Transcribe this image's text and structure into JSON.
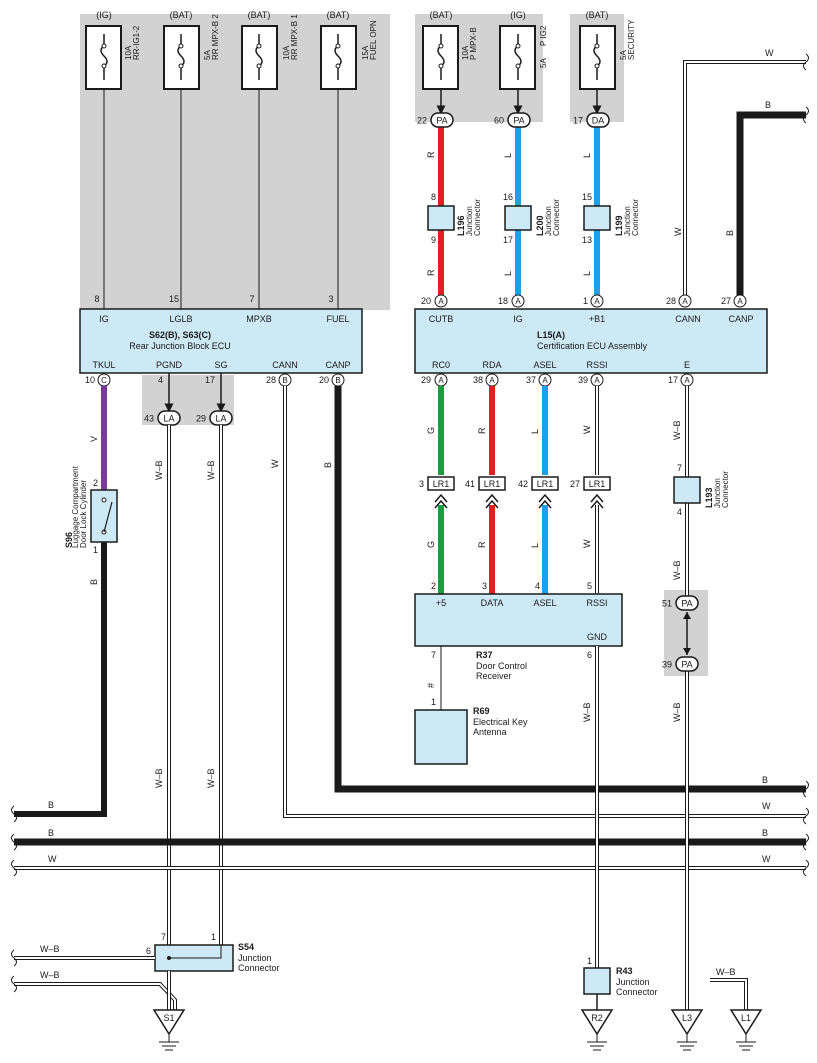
{
  "fuses": [
    {
      "id": "fuse-rr-ig1-2",
      "supply": "(IG)",
      "rating": "10A",
      "name": "RR-IG1-2"
    },
    {
      "id": "fuse-rr-mpx-b2",
      "supply": "(BAT)",
      "rating": "5A",
      "name": "RR MPX-B 2"
    },
    {
      "id": "fuse-rr-mpx-b1",
      "supply": "(BAT)",
      "rating": "10A",
      "name": "RR MPX-B 1"
    },
    {
      "id": "fuse-fuel-opn",
      "supply": "(BAT)",
      "rating": "15A",
      "name": "FUEL OPN"
    },
    {
      "id": "fuse-p-mpx-b",
      "supply": "(BAT)",
      "rating": "10A",
      "name": "P MPX-B"
    },
    {
      "id": "fuse-p-ig2",
      "supply": "(IG)",
      "rating": "5A",
      "name": "P IG2"
    },
    {
      "id": "fuse-security",
      "supply": "(BAT)",
      "rating": "5A",
      "name": "SECURITY"
    }
  ],
  "rear_jb": {
    "code": "S62(B), S63(C)",
    "name": "Rear Junction Block ECU",
    "top_terminals": [
      {
        "label": "IG",
        "pin": "8"
      },
      {
        "label": "LGLB",
        "pin": "15"
      },
      {
        "label": "MPXB",
        "pin": "7"
      },
      {
        "label": "FUEL",
        "pin": "3"
      }
    ],
    "bottom_terminals": [
      {
        "label": "TKUL",
        "pin": "10",
        "conn": "C"
      },
      {
        "label": "PGND",
        "pin": "4"
      },
      {
        "label": "SG",
        "pin": "17"
      },
      {
        "label": "CANN",
        "pin": "28",
        "conn": "B"
      },
      {
        "label": "CANP",
        "pin": "20",
        "conn": "B"
      }
    ]
  },
  "cert_ecu": {
    "code": "L15(A)",
    "name": "Certification ECU Assembly",
    "top_terminals": [
      {
        "label": "CUTB",
        "pin": "20",
        "conn": "A"
      },
      {
        "label": "IG",
        "pin": "18",
        "conn": "A"
      },
      {
        "label": "+B1",
        "pin": "1",
        "conn": "A"
      },
      {
        "label": "CANN",
        "pin": "28",
        "conn": "A"
      },
      {
        "label": "CANP",
        "pin": "27",
        "conn": "A"
      }
    ],
    "bottom_terminals": [
      {
        "label": "RC0",
        "pin": "29",
        "conn": "A"
      },
      {
        "label": "RDA",
        "pin": "38",
        "conn": "A"
      },
      {
        "label": "ASEL",
        "pin": "37",
        "conn": "A"
      },
      {
        "label": "RSSI",
        "pin": "39",
        "conn": "A"
      },
      {
        "label": "E",
        "pin": "17",
        "conn": "A"
      }
    ]
  },
  "pa_connectors": [
    {
      "pin": "22",
      "code": "PA"
    },
    {
      "pin": "60",
      "code": "PA"
    },
    {
      "pin": "17",
      "code": "DA"
    }
  ],
  "junction_connectors": [
    {
      "code": "L196",
      "name": "Junction Connector",
      "pin_top": "8",
      "pin_bottom": "9"
    },
    {
      "code": "L200",
      "name": "Junction Connector",
      "pin_top": "16",
      "pin_bottom": "17"
    },
    {
      "code": "L199",
      "name": "Junction Connector",
      "pin_top": "15",
      "pin_bottom": "13"
    }
  ],
  "la_connectors": [
    {
      "pin": "43",
      "code": "LA"
    },
    {
      "pin": "29",
      "code": "LA"
    }
  ],
  "lr1_connectors": [
    {
      "pin": "3",
      "code": "LR1"
    },
    {
      "pin": "41",
      "code": "LR1"
    },
    {
      "pin": "42",
      "code": "LR1"
    },
    {
      "pin": "27",
      "code": "LR1"
    }
  ],
  "receiver": {
    "code": "R37",
    "name_line1": "Door Control",
    "name_line2": "Receiver",
    "terminals": [
      {
        "label": "+5",
        "pin": "2"
      },
      {
        "label": "DATA",
        "pin": "3"
      },
      {
        "label": "ASEL",
        "pin": "4"
      },
      {
        "label": "RSSI",
        "pin": "5"
      }
    ],
    "gnd_label": "GND",
    "gnd_pin": "6",
    "left_pin": "7",
    "hash": "#"
  },
  "antenna": {
    "code": "R69",
    "name_line1": "Electrical Key",
    "name_line2": "Antenna",
    "pin": "1"
  },
  "switch": {
    "code": "S96",
    "name_line1": "Luggage Compartment",
    "name_line2": "Door Lock Cylinder",
    "pin_top": "2",
    "pin_bottom": "1"
  },
  "l193": {
    "code": "L193",
    "name": "Junction Connector",
    "pin_top": "7",
    "pin_bottom": "4"
  },
  "pa_pair": {
    "top_pin": "51",
    "top_code": "PA",
    "bottom_pin": "39",
    "bottom_code": "PA"
  },
  "s54": {
    "code": "S54",
    "name_line1": "Junction",
    "name_line2": "Connector",
    "pin_left": "6",
    "pin_a": "7",
    "pin_b": "1"
  },
  "r43": {
    "code": "R43",
    "name_line1": "Junction",
    "name_line2": "Connector",
    "pin": "1"
  },
  "grounds": [
    "S1",
    "R2",
    "L3",
    "L1"
  ],
  "wire_colors": {
    "R": "R",
    "L": "L",
    "G": "G",
    "V": "V",
    "B": "B",
    "W": "W",
    "WB": "W–B"
  },
  "colors": {
    "red": "#e02020",
    "blue": "#1ea0e6",
    "green": "#1f9a3c",
    "violet": "#7a3a9a",
    "black": "#1a1a1a",
    "component_fill": "#cde9f6",
    "shade": "#d0d0d0"
  }
}
